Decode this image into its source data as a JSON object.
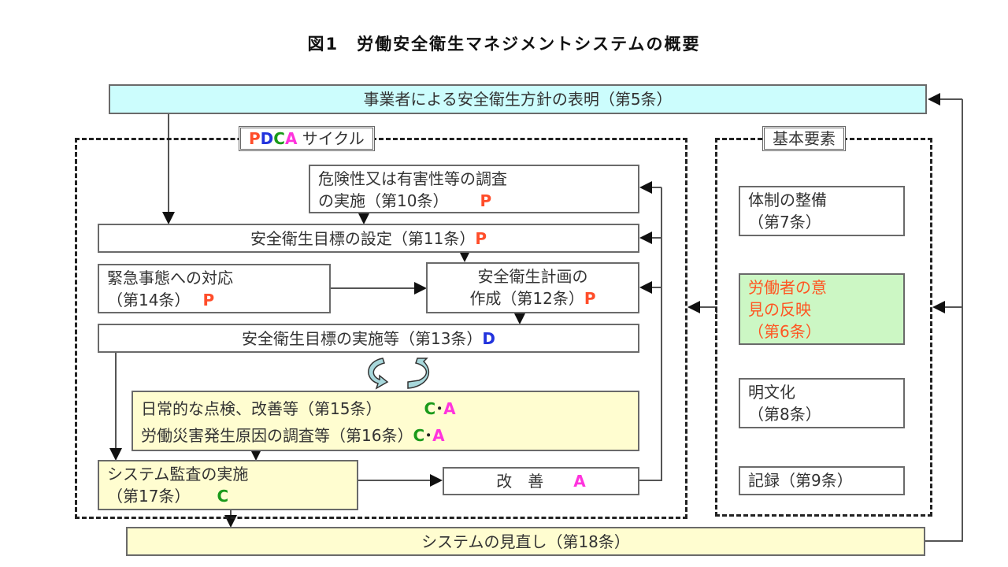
{
  "title": "図1　労働安全衛生マネジメントシステムの概要",
  "top_box": "事業者による安全衛生方針の表明（第5条）",
  "pdca_label": {
    "P": "P",
    "D": "D",
    "C": "C",
    "A": "A",
    "rest": " サイクル"
  },
  "basic_label": "基本要素",
  "pdca": {
    "hazard": {
      "line1": "危険性又は有害性等の調査",
      "line2": "の実施（第10条）",
      "tag": "P"
    },
    "goal_set": {
      "text": "安全衛生目標の設定（第11条）",
      "tag": "P"
    },
    "emergency": {
      "line1": "緊急事態への対応",
      "line2": "（第14条）",
      "tag": "P"
    },
    "plan": {
      "line1": "安全衛生計画の",
      "line2": "作成（第12条）",
      "tag": "P"
    },
    "implement": {
      "text": "安全衛生目標の実施等（第13条）",
      "tag": "D"
    },
    "check1": {
      "text": "日常的な点検、改善等（第15条）",
      "tagC": "C",
      "dot": "･",
      "tagA": "A"
    },
    "check2": {
      "text": "労働災害発生原因の調査等（第16条）",
      "tagC": "C",
      "dot": "･",
      "tagA": "A"
    },
    "audit": {
      "line1": "システム監査の実施",
      "line2": "（第17条）",
      "tag": "C"
    },
    "improve": {
      "text": "改　善",
      "tag": "A"
    }
  },
  "elements": {
    "structure": {
      "line1": "体制の整備",
      "line2": "（第7条）"
    },
    "opinion": {
      "line1": "労働者の意",
      "line2": "見の反映",
      "line3": "（第6条）"
    },
    "document": {
      "line1": "明文化",
      "line2": "（第8条）"
    },
    "record": {
      "text": "記録（第9条）"
    }
  },
  "bottom_box": "システムの見直し（第18条）",
  "colors": {
    "P": "#ff4d2a",
    "D": "#2233dd",
    "C": "#1a9a1a",
    "A": "#ff33dd",
    "cyan": "#ccfdfd",
    "yellow": "#fffdd0",
    "green": "#ccf7c4"
  }
}
